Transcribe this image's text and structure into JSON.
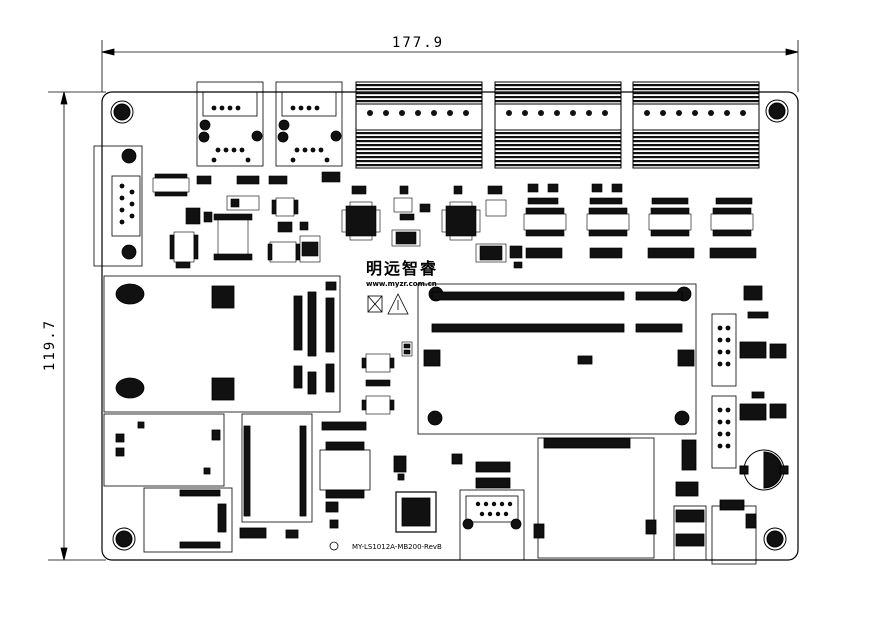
{
  "dimensions": {
    "width_label": "177.9",
    "height_label": "119.7"
  },
  "logo": {
    "chinese": "明远智睿",
    "url": "www.myzr.com.cn"
  },
  "board": {
    "revision": "MY-LS1012A-MB200-RevB"
  }
}
